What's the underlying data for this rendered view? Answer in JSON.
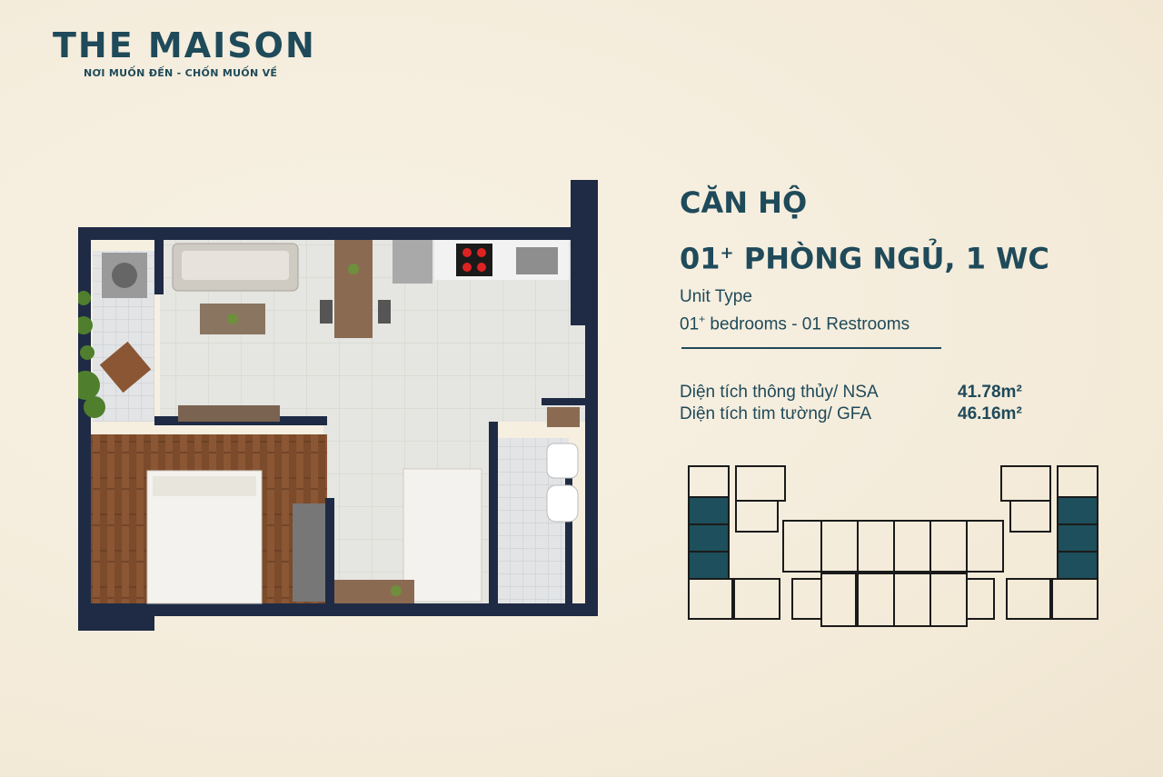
{
  "brand": {
    "name": "THE MAISON",
    "tagline": "NƠI MUỐN ĐẾN - CHỐN MUỐN VỀ"
  },
  "unit": {
    "title_line1": "CĂN HỘ",
    "title_line2_prefix": "01",
    "title_line2_sup": "+",
    "title_line2_rest": " PHÒNG NGỦ, 1 WC",
    "type_label": "Unit Type",
    "type_value_prefix": "01",
    "type_value_sup": "+",
    "type_value_rest": " bedrooms - 01 Restrooms"
  },
  "areas": [
    {
      "label": "Diện tích thông thủy/ NSA",
      "value": "41.78m²"
    },
    {
      "label": "Diện tích tim tường/ GFA",
      "value": "46.16m²"
    }
  ],
  "colors": {
    "brand": "#1f4a5a",
    "background": "#f6efe0",
    "wall": "#1f2b45",
    "floor_tile": "#e6e6e2",
    "wood": "#7a4a2a",
    "highlight": "#1e4f5c"
  }
}
